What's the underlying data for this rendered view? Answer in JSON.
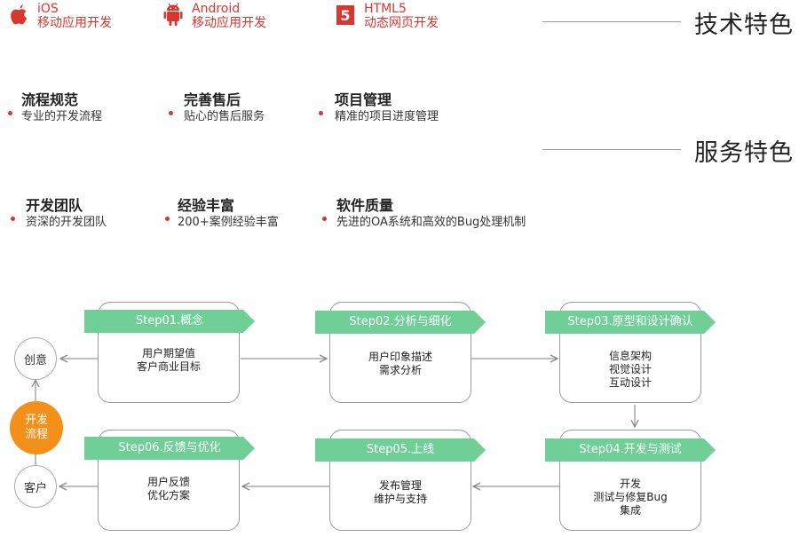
{
  "tech": {
    "title": "技术特色",
    "items": [
      {
        "name": "iOS",
        "desc": "移动应用开发",
        "icon": "apple-icon"
      },
      {
        "name": "Android",
        "desc": "移动应用开发",
        "icon": "android-icon"
      },
      {
        "name": "HTML5",
        "desc": "动态网页开发",
        "icon": "html5-icon"
      }
    ]
  },
  "service": {
    "title": "服务特色",
    "items": [
      {
        "title": "流程规范",
        "desc": "专业的开发流程"
      },
      {
        "title": "完善售后",
        "desc": "贴心的售后服务"
      },
      {
        "title": "项目管理",
        "desc": "精准的项目进度管理"
      },
      {
        "title": "开发团队",
        "desc": "资深的开发团队"
      },
      {
        "title": "经验丰富",
        "desc": "200+案例经验丰富"
      },
      {
        "title": "软件质量",
        "desc": "先进的OA系统和高效的Bug处理机制"
      }
    ]
  },
  "process": {
    "start": "创意",
    "center": [
      "开发",
      "流程"
    ],
    "end": "客户",
    "steps": [
      {
        "label": "Step01.概念",
        "lines": [
          "用户期望值",
          "客户商业目标"
        ]
      },
      {
        "label": "Step02.分析与细化",
        "lines": [
          "用户印象描述",
          "需求分析"
        ]
      },
      {
        "label": "Step03.原型和设计确认",
        "lines": [
          "信息架构",
          "视觉设计",
          "互动设计"
        ]
      },
      {
        "label": "Step04.开发与测试",
        "lines": [
          "开发",
          "测试与修复Bug",
          "集成"
        ]
      },
      {
        "label": "Step05.上线",
        "lines": [
          "发布管理",
          "维护与支持"
        ]
      },
      {
        "label": "Step06.反馈与优化",
        "lines": [
          "用户反馈",
          "优化方案"
        ]
      }
    ]
  },
  "colors": {
    "accent_red": "#d9362f",
    "step_green": "#6fcf97",
    "center_orange": "#f39019"
  }
}
